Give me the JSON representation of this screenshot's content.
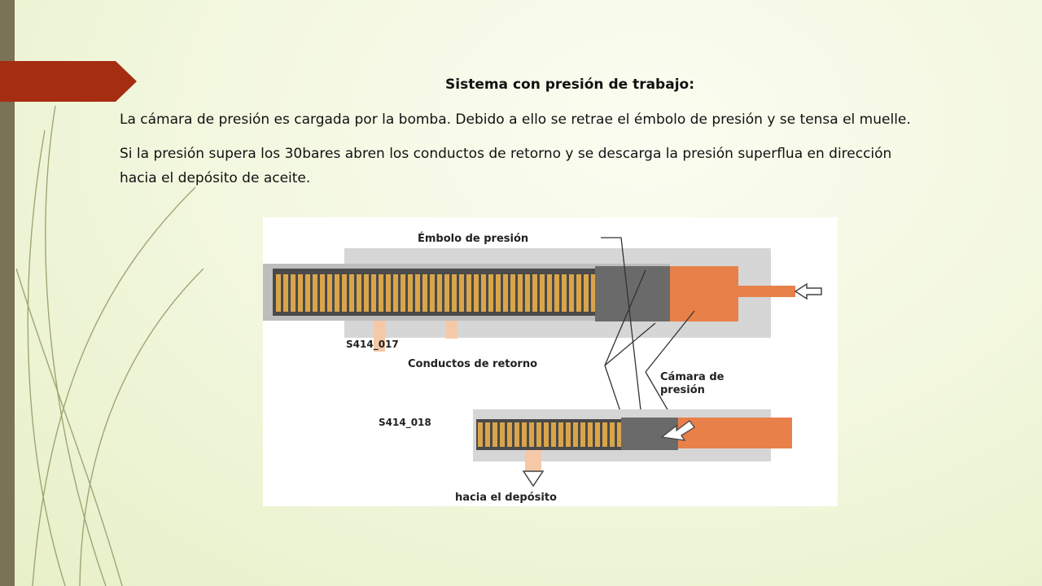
{
  "slide": {
    "title": "Sistema con presión de trabajo:",
    "paragraph1": "La cámara de presión es cargada por la bomba. Debido a ello se retrae el émbolo de presión y se tensa el muelle.",
    "paragraph2_line1": "Si la presión supera los 30bares abren los conductos de retorno y se descarga la presión superflua en dirección",
    "paragraph2_line2": "hacia el depósito de aceite."
  },
  "figure": {
    "label_embolo": "Émbolo de presión",
    "label_code1": "S414_017",
    "label_conductos": "Conductos de retorno",
    "label_camara_1": "Cámara de",
    "label_camara_2": "presión",
    "label_code2": "S414_018",
    "label_deposito": "hacia el depósito"
  },
  "colors": {
    "accent_banner": "#a52d12",
    "left_bar": "#7a7356",
    "oil_orange": "#e8804a",
    "spring_gold": "#d9a54a",
    "housing_gray": "#d6d6d6"
  }
}
